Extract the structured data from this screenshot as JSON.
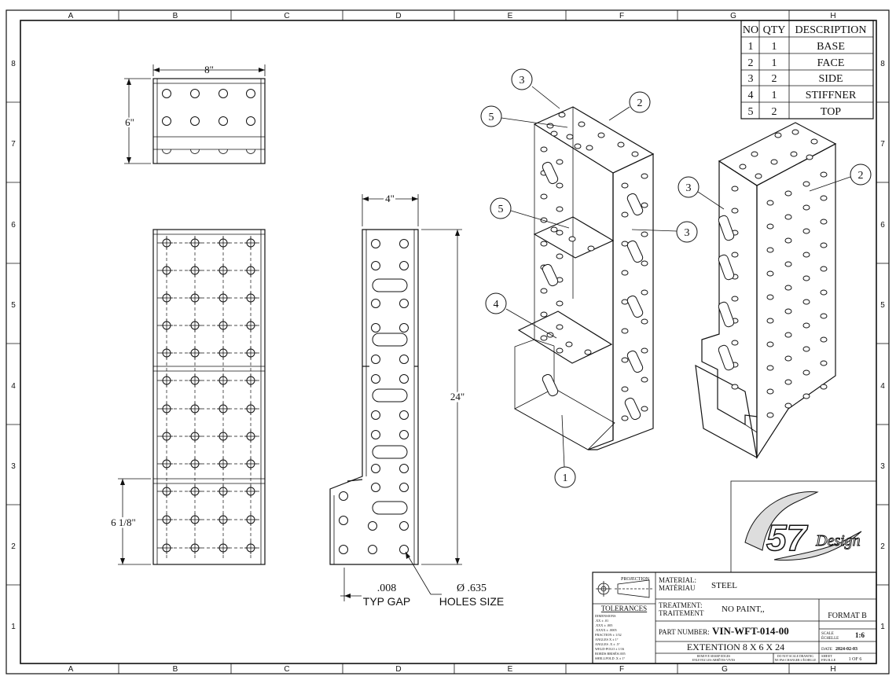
{
  "grid": {
    "columns": [
      "A",
      "B",
      "C",
      "D",
      "E",
      "F",
      "G",
      "H"
    ],
    "rows_right": [
      "8",
      "7",
      "6",
      "5",
      "4",
      "3",
      "2",
      "1"
    ],
    "rows_left": [
      "8",
      "7",
      "6",
      "5",
      "4",
      "3",
      "2",
      "1"
    ]
  },
  "bom": {
    "headers": {
      "no": "NO",
      "qty": "QTY",
      "description": "DESCRIPTION"
    },
    "rows": [
      {
        "no": "1",
        "qty": "1",
        "description": "BASE"
      },
      {
        "no": "2",
        "qty": "1",
        "description": "FACE"
      },
      {
        "no": "3",
        "qty": "2",
        "description": "SIDE"
      },
      {
        "no": "4",
        "qty": "1",
        "description": "STIFFNER"
      },
      {
        "no": "5",
        "qty": "2",
        "description": "TOP"
      }
    ]
  },
  "dimensions": {
    "top_width": "8\"",
    "top_height": "6\"",
    "side_width": "4\"",
    "overall_height": "24\"",
    "step_height": "6 1/8\"",
    "gap_value": ".008",
    "gap_label": "TYP GAP",
    "hole_value": "Ø .635",
    "hole_label": "HOLES SIZE"
  },
  "balloons": {
    "left_iso": [
      "3",
      "2",
      "5",
      "5",
      "3",
      "4",
      "1"
    ],
    "right_iso": [
      "3",
      "2"
    ]
  },
  "logo": {
    "text": "57 Design"
  },
  "title_block": {
    "projection_label": "PROJECTION",
    "tolerances_label": "TOLERANCES",
    "tolerance_lines": [
      "DIMENSIONS",
      ".XX ± .01",
      ".XXX ± .005",
      ".XXXX ± .0005",
      "FRACTION ± 1/32",
      "ANGLES X ± 1°",
      "ANGLES .X ± .5°",
      "WELD-POLO ± 1/16",
      "BORDS BRISÉS/.005",
      "SHELLPOLD .X ± 1°"
    ],
    "material_label": "MATERIAL:\nMATÉRIAU",
    "material_value": "STEEL",
    "treatment_label": "TREATMENT:\nTRAITEMENT",
    "treatment_value": "NO PAINT,,",
    "part_number_label": "PART NUMBER:",
    "part_number_value": "VIN-WFT-014-00",
    "description_value": "EXTENTION 8 X 6 X 24",
    "format_value": "FORMAT B",
    "scale_label": "SCALE\nÉCHELLE",
    "scale_value": "1:6",
    "date_label": "DATE",
    "date_value": "2024-02-03",
    "sheet_label": "SHEET\nFEUILLE",
    "sheet_value": "1 OF 6",
    "note_left": "REMOVE SHARP EDGES\nENLEVEZ LES ARRÊTES VIVES",
    "note_right": "DO NOT SCALE DRAWING\nNE PAS CHANGER L'ÉCHELLE"
  }
}
